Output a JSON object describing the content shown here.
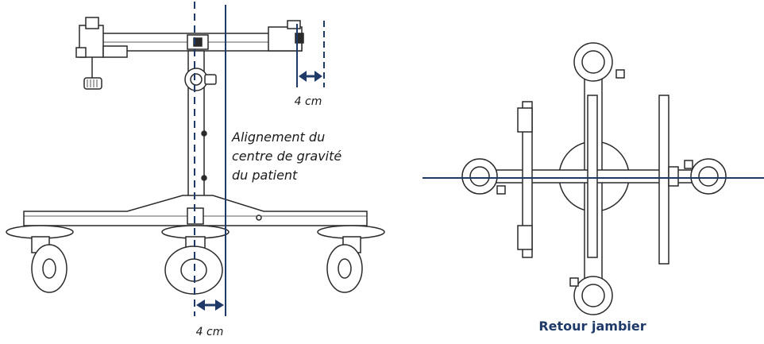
{
  "labels": {
    "top_offset": "4 cm",
    "bottom_offset": "4 cm",
    "alignment_line1": "Alignement du",
    "alignment_line2": "centre de gravité",
    "alignment_line3": "du patient",
    "caption": "Retour jambier"
  },
  "colors": {
    "line": "#1f3a68",
    "drawing": "#2a2a2a",
    "caption": "#1f3a68"
  }
}
